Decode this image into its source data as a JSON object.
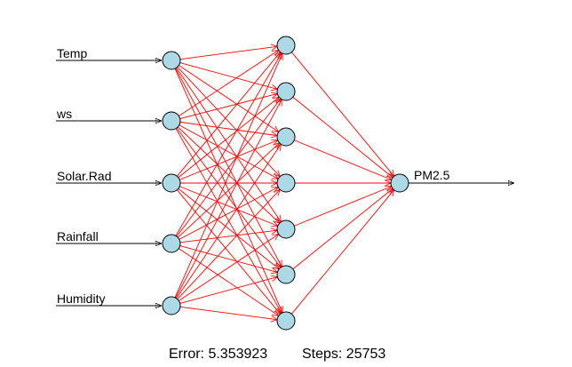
{
  "network": {
    "inputs": [
      "Temp",
      "ws",
      "Solar.Rad",
      "Rainfall",
      "Humidity"
    ],
    "hidden_count": 7,
    "output": "PM2.5"
  },
  "footer": {
    "error_text": "Error: 5.353923",
    "steps_text": "Steps: 25753"
  },
  "colors": {
    "node_fill": "#add8e6",
    "node_stroke": "#000000",
    "edge": "#ff0000",
    "arrow": "#000000"
  }
}
